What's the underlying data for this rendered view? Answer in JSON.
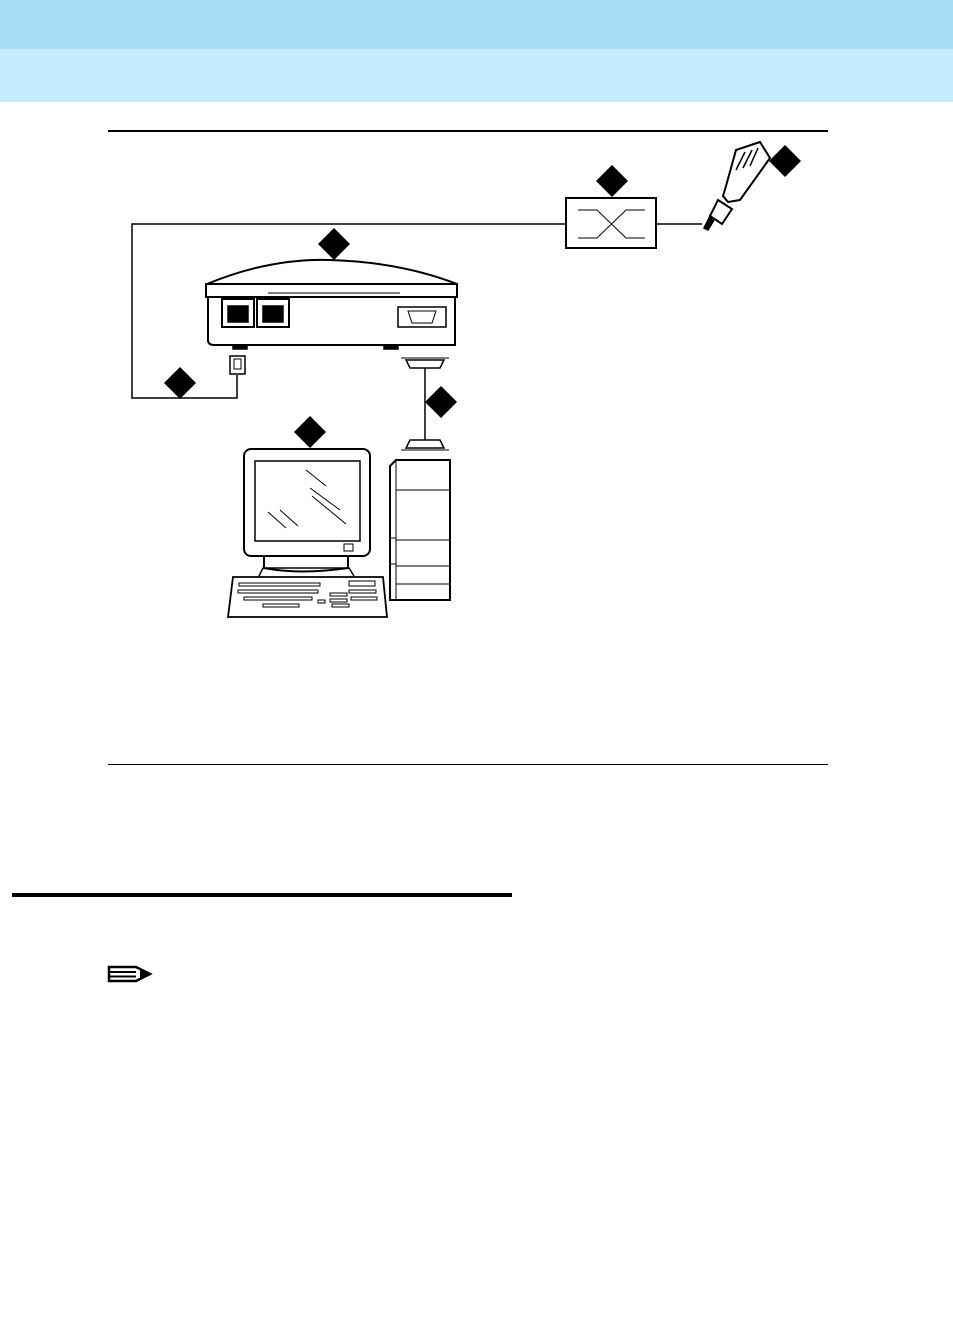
{
  "header": {
    "top_band_color": "#a8dcf7",
    "bottom_band_color": "#c6ebfc"
  },
  "figure": {
    "callouts": [
      "callout-1",
      "callout-2",
      "callout-3",
      "callout-4",
      "callout-5",
      "callout-6"
    ],
    "devices": [
      "mtu-device",
      "phone-jack",
      "wall-box",
      "punchdown-tool",
      "pc-monitor",
      "pc-tower",
      "keyboard",
      "serial-cable"
    ]
  },
  "note": {
    "icon": "note-pencil-icon"
  }
}
